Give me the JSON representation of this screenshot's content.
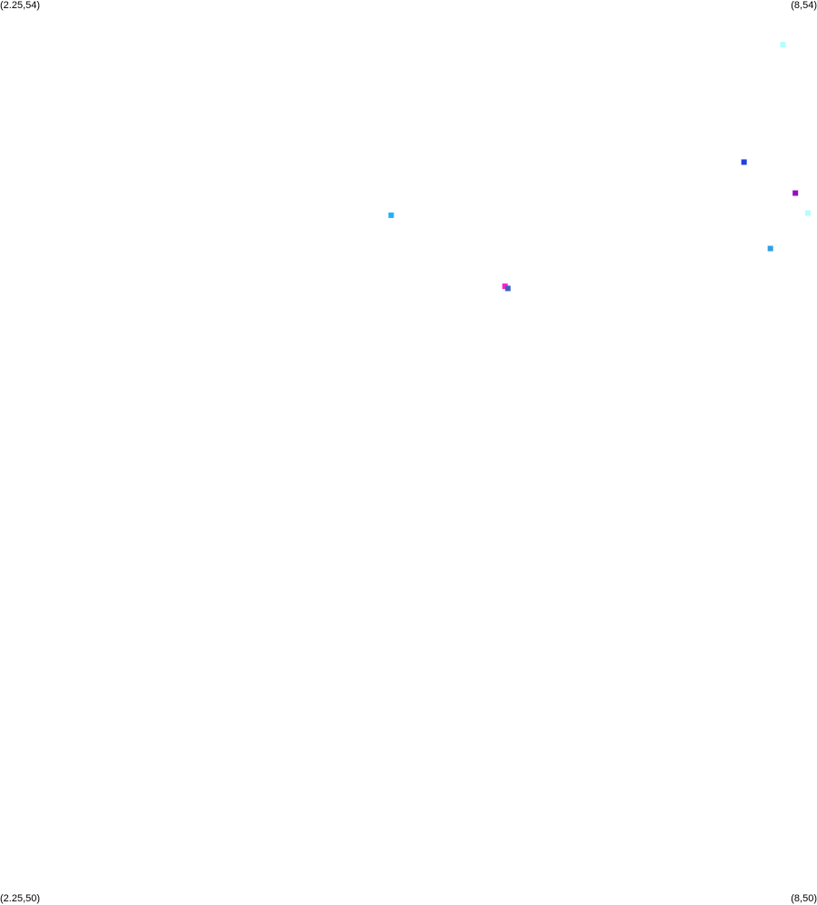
{
  "chart_data": {
    "type": "scatter",
    "title": "",
    "xlabel": "",
    "ylabel": "",
    "xlim": [
      2.25,
      8
    ],
    "ylim": [
      50,
      54
    ],
    "grid": false,
    "corner_labels": {
      "top_left": "(2.25,54)",
      "top_right": "(8,54)",
      "bottom_left": "(2.25,50)",
      "bottom_right": "(8,50)"
    },
    "points": [
      {
        "x": 7.82,
        "y": 53.84,
        "color": "#b3ffff"
      },
      {
        "x": 7.54,
        "y": 53.31,
        "color": "#2040e0"
      },
      {
        "x": 7.91,
        "y": 53.17,
        "color": "#9010c0"
      },
      {
        "x": 5.0,
        "y": 53.07,
        "color": "#20b0ff"
      },
      {
        "x": 8.0,
        "y": 53.08,
        "color": "#b3ffff"
      },
      {
        "x": 7.73,
        "y": 52.92,
        "color": "#30a0e0"
      },
      {
        "x": 5.82,
        "y": 52.75,
        "color": "#ff20d0"
      },
      {
        "x": 5.84,
        "y": 52.74,
        "color": "#4060c0"
      }
    ]
  }
}
